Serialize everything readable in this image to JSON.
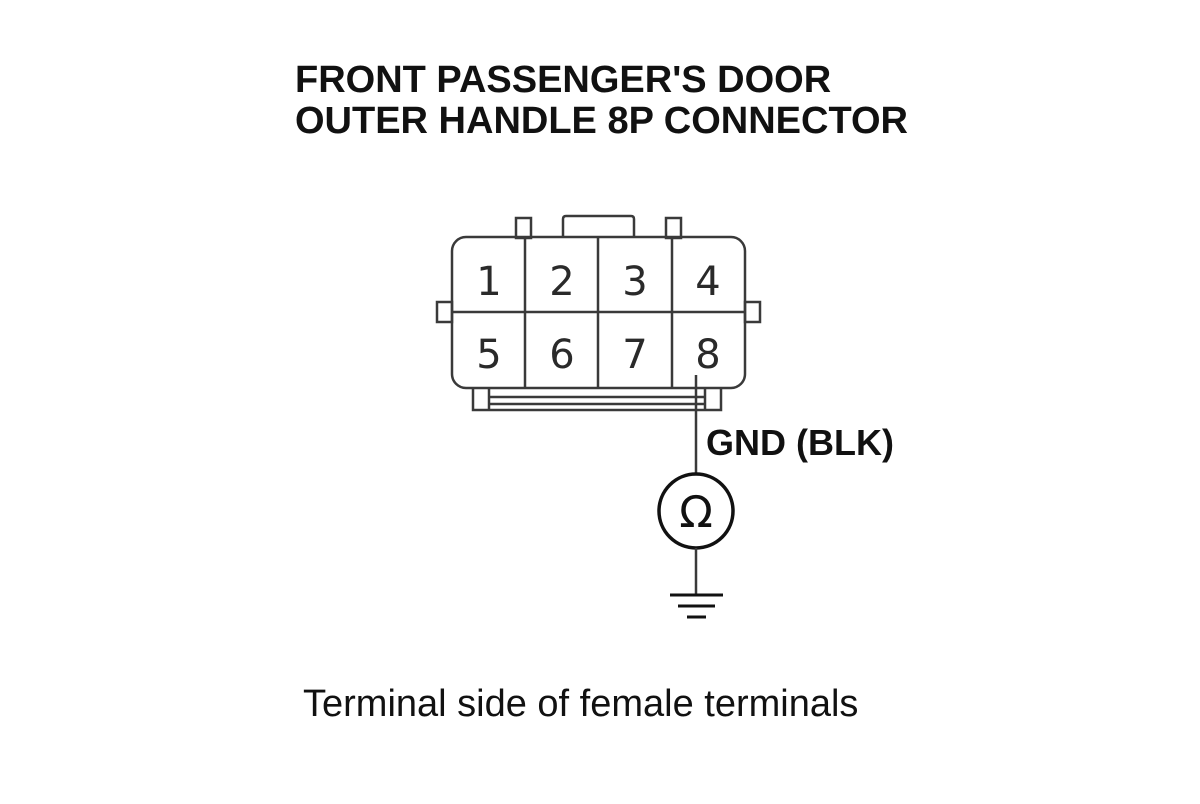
{
  "title": {
    "line1": "FRONT PASSENGER'S DOOR",
    "line2": "OUTER HANDLE 8P CONNECTOR"
  },
  "connector": {
    "pins_top": [
      "1",
      "2",
      "3",
      "4"
    ],
    "pins_bottom": [
      "5",
      "6",
      "7",
      "8"
    ]
  },
  "wire": {
    "label": "GND (BLK)",
    "pin": "8"
  },
  "meter": {
    "symbol": "Ω"
  },
  "caption": "Terminal side of female terminals",
  "colors": {
    "line": "#3a3a3a",
    "text": "#111111"
  }
}
